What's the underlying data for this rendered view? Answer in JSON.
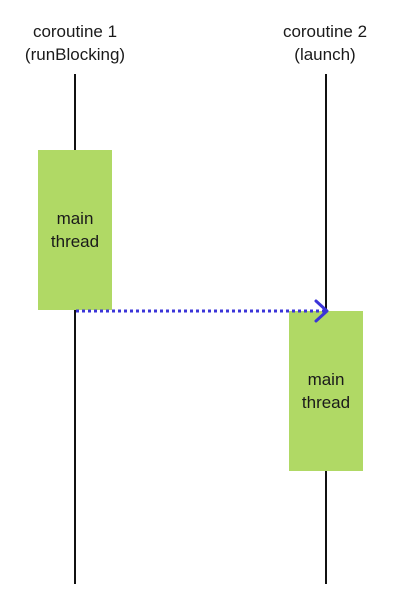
{
  "colors": {
    "box_fill": "#b0d965",
    "lifeline": "#111111",
    "arrow": "#3b34d8"
  },
  "participants": [
    {
      "line1": "coroutine 1",
      "line2": "(runBlocking)"
    },
    {
      "line1": "coroutine 2",
      "line2": "(launch)"
    }
  ],
  "activations": [
    {
      "line1": "main",
      "line2": "thread"
    },
    {
      "line1": "main",
      "line2": "thread"
    }
  ]
}
